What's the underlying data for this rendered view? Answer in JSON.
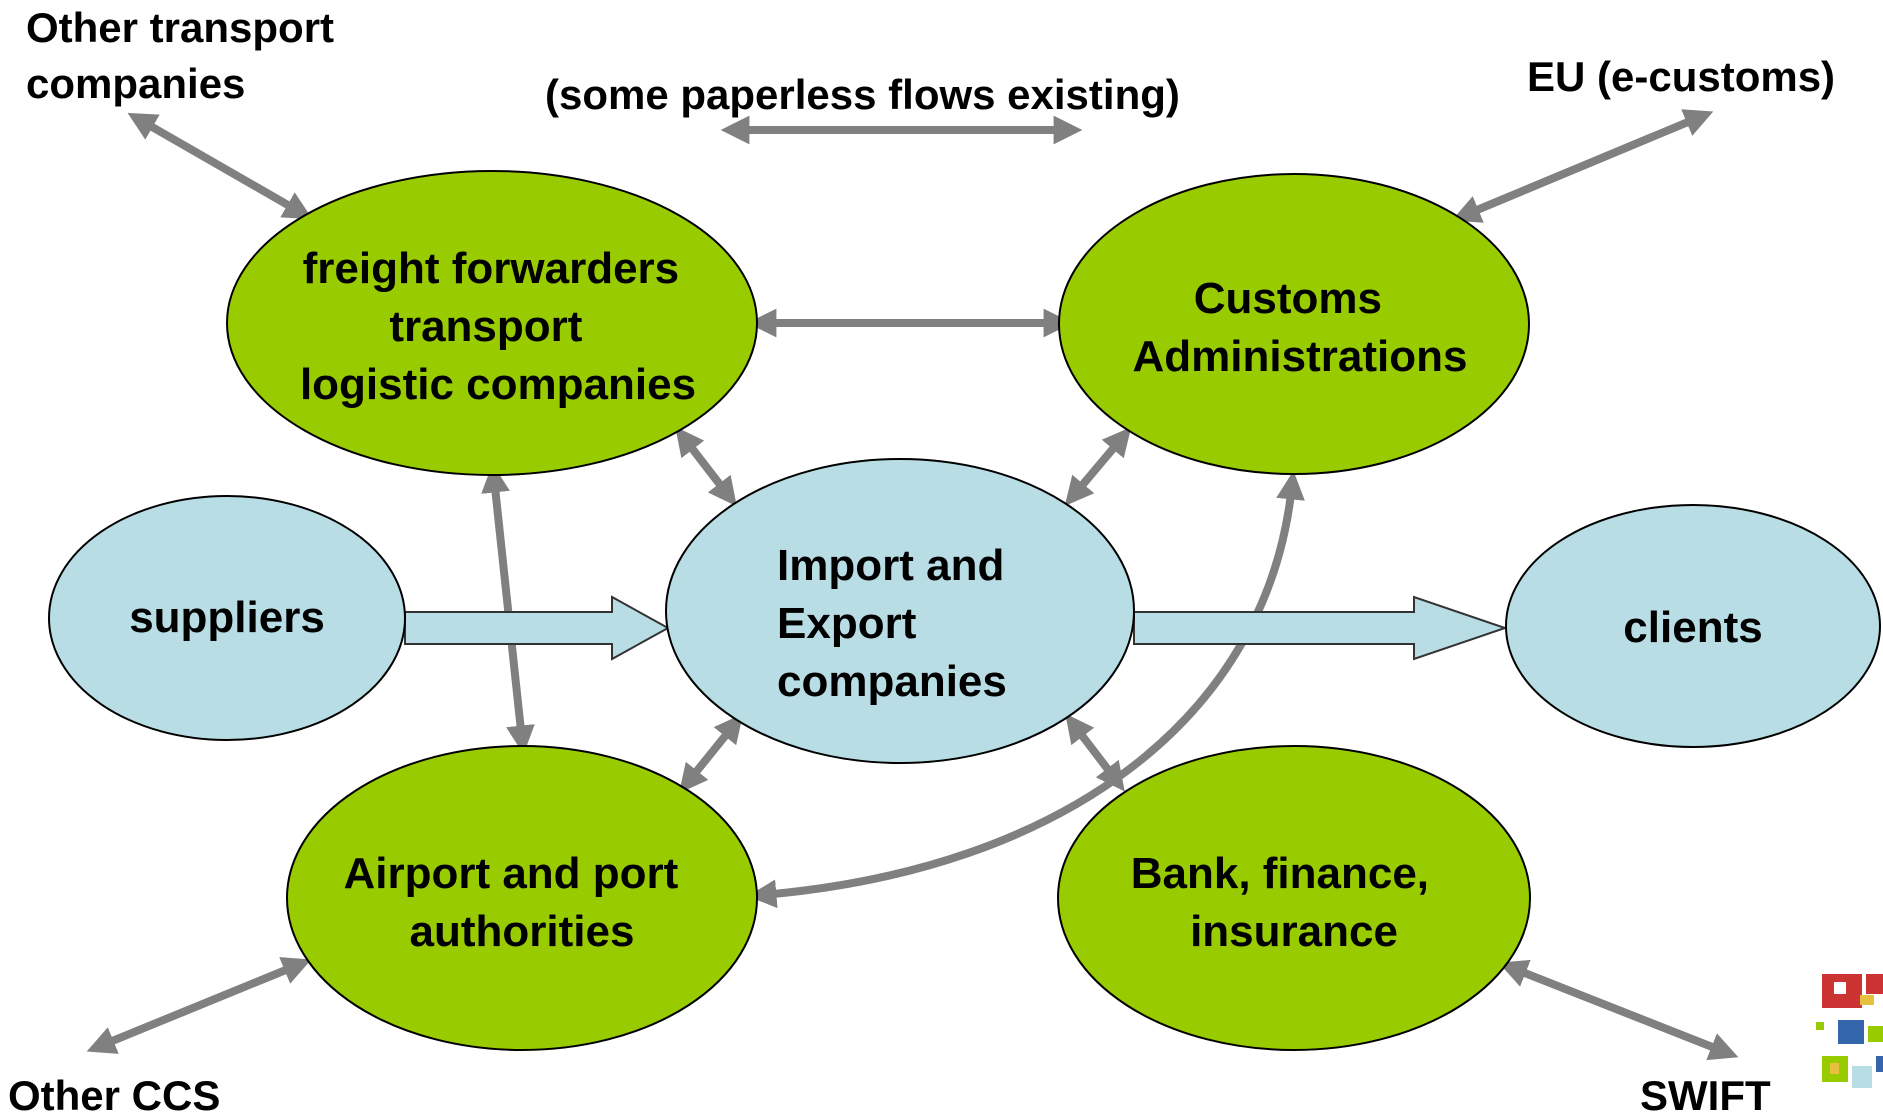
{
  "nodes": {
    "freight": {
      "lines": [
        "freight forwarders",
        "transport",
        "logistic companies"
      ],
      "color": "#99cc00"
    },
    "customs": {
      "lines": [
        "Customs",
        "Administrations"
      ],
      "color": "#99cc00"
    },
    "import_export": {
      "lines": [
        "Import and",
        "Export",
        "companies"
      ],
      "color": "#b8dde4"
    },
    "suppliers": {
      "lines": [
        "suppliers"
      ],
      "color": "#b8dde4"
    },
    "clients": {
      "lines": [
        "clients"
      ],
      "color": "#b8dde4"
    },
    "airport": {
      "lines": [
        "Airport and port",
        "authorities"
      ],
      "color": "#99cc00"
    },
    "bank": {
      "lines": [
        "Bank, finance,",
        "insurance"
      ],
      "color": "#99cc00"
    }
  },
  "external_labels": {
    "other_transport": [
      "Other transport",
      "companies"
    ],
    "paperless_note": "(some paperless flows existing)",
    "eu_customs": "EU (e-customs)",
    "other_ccs": "Other CCS",
    "swift": "SWIFT"
  },
  "colors": {
    "edge": "#808080",
    "green_node": "#99cc00",
    "blue_node": "#b8dde4",
    "logo": [
      "#cc3333",
      "#3366aa",
      "#99cc00",
      "#e8c040"
    ]
  },
  "icons": [
    "logo-icon"
  ]
}
